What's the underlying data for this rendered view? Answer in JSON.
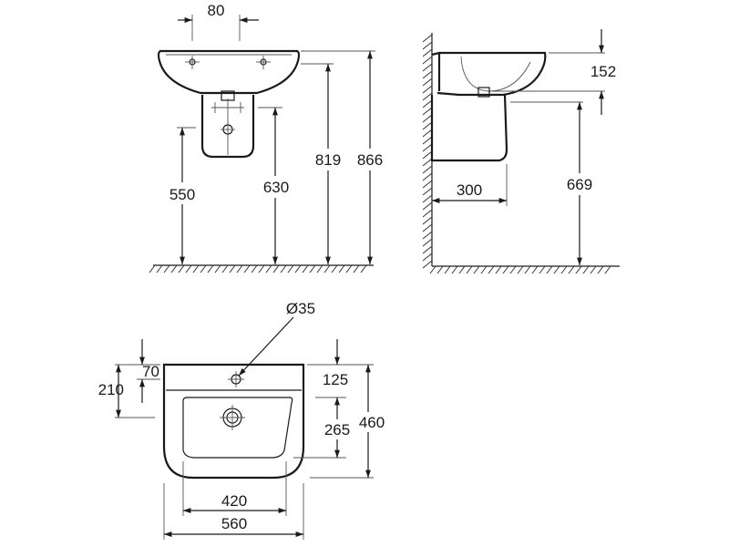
{
  "diagram": {
    "colors": {
      "line": "#1a1a1a",
      "background": "#ffffff"
    },
    "front_view": {
      "tap_spacing": "80",
      "floor_to_waste": "550",
      "floor_to_pedestal_top": "630",
      "floor_to_basin_bottom": "819",
      "floor_to_rim": "866"
    },
    "side_view": {
      "basin_height": "152",
      "projection": "300",
      "floor_to_basin_underside": "669"
    },
    "plan_view": {
      "tap_hole_diameter": "Ø35",
      "tap_hole_from_back": "70",
      "waste_from_back": "210",
      "rim_depth_back": "125",
      "bowl_depth": "265",
      "overall_depth": "460",
      "bowl_width": "420",
      "overall_width": "560"
    }
  }
}
